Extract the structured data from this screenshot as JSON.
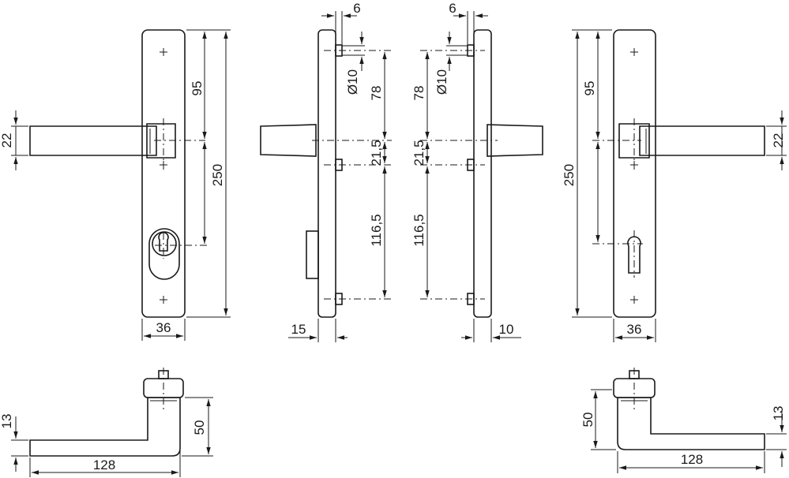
{
  "labels": {
    "front_left": {
      "height": "250",
      "lever_to_top": "95",
      "width": "36",
      "lever_height": "22"
    },
    "side_left": {
      "pin": "6",
      "dia": "Ø10",
      "top": "78",
      "mid": "21,5",
      "bottom": "116,5",
      "depth": "15"
    },
    "side_right": {
      "pin": "6",
      "dia": "Ø10",
      "top": "78",
      "mid": "21,5",
      "bottom": "116,5",
      "depth": "10"
    },
    "front_right": {
      "height": "250",
      "lever_to_top": "95",
      "width": "36",
      "lever_height": "22"
    },
    "top_left": {
      "thickness": "13",
      "height": "50",
      "length": "128"
    },
    "top_right": {
      "thickness": "13",
      "height": "50",
      "length": "128"
    }
  },
  "colors": {
    "line": "#1a1a1a",
    "background": "#ffffff"
  }
}
